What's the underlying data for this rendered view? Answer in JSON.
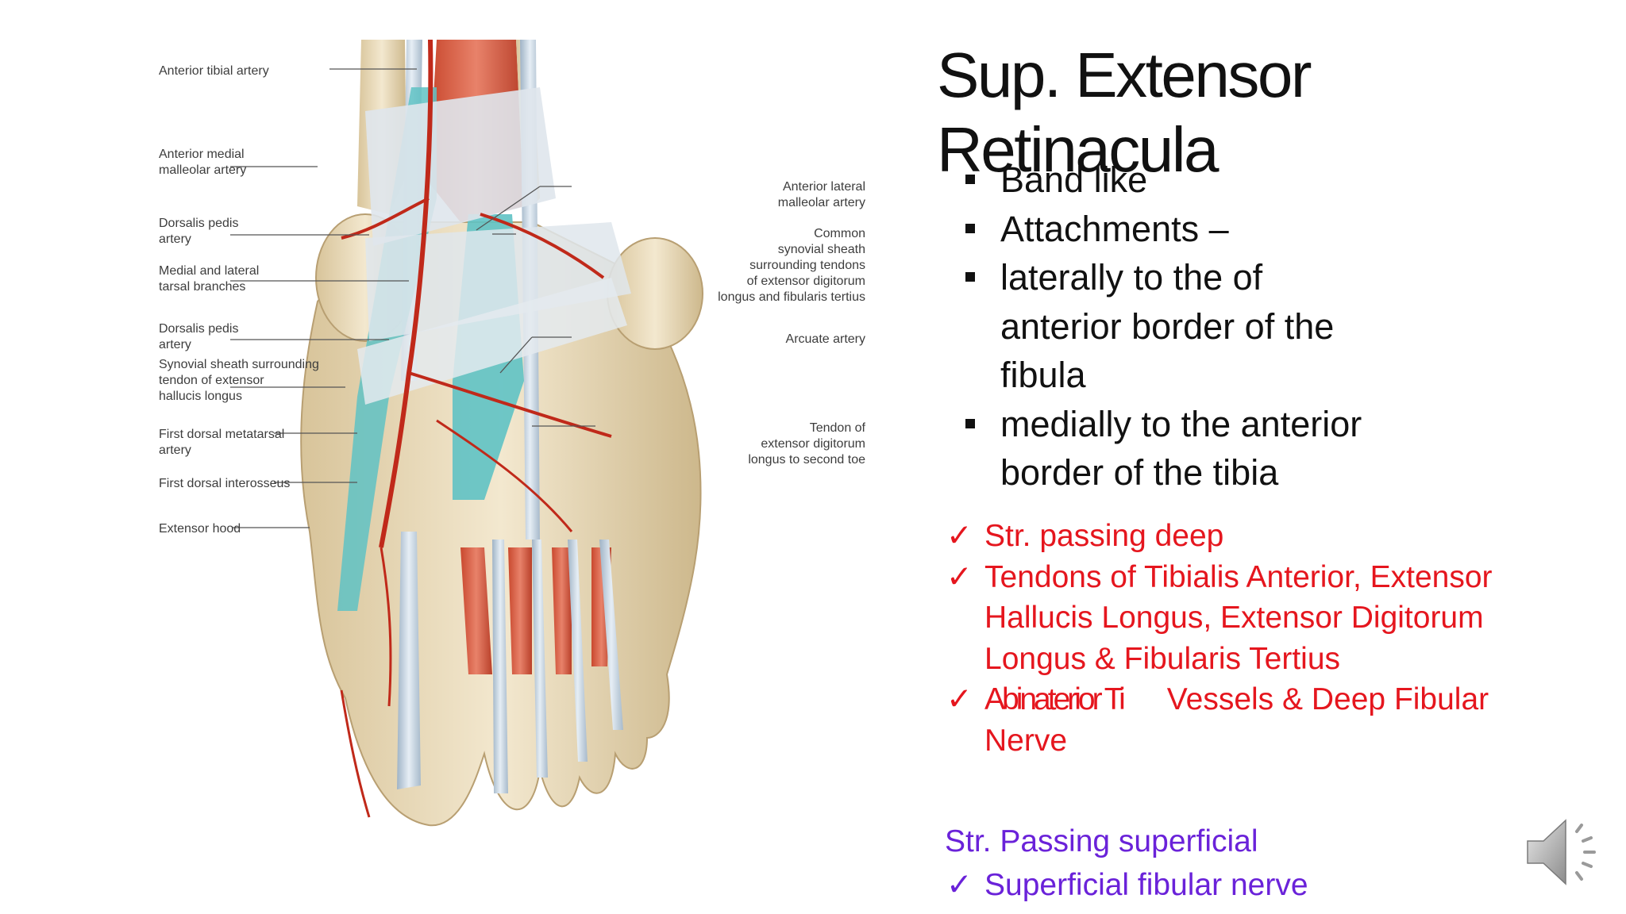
{
  "slide": {
    "title": "Sup. Extensor Retinacula",
    "bullets": [
      "Band like",
      "Attachments –",
      "laterally to the of",
      "anterior  border of the",
      "fibula",
      "medially to the anterior",
      "border  of the tibia"
    ],
    "deep_items": [
      "Str. passing deep",
      "Tendons of Tibialis Anterior, Extensor",
      "Hallucis  Longus, Extensor Digitorum",
      "Longus &  Fibularis Tertius"
    ],
    "deep_item_garbled_a": "Abinaterior Ti",
    "deep_item_garbled_b": "Vessels & Deep Fibular",
    "deep_item_garbled_c": "Nerve",
    "superficial_heading": "Str. Passing superficial",
    "superficial_items": [
      "Superficial fibular nerve"
    ],
    "check_glyph": "✓"
  },
  "figure": {
    "left_labels": [
      "Anterior tibial artery",
      "Anterior medial\nmalleolar artery",
      "Dorsalis pedis\nartery",
      "Medial and lateral\ntarsal branches",
      "Dorsalis pedis\nartery",
      "Synovial sheath surrounding\ntendon of extensor\nhallucis longus",
      "First dorsal metatarsal\nartery",
      "First dorsal interosseus",
      "Extensor hood"
    ],
    "right_labels": [
      "Anterior lateral\nmalleolar artery",
      "Common\nsynovial sheath\nsurrounding tendons\nof extensor digitorum\nlongus and fibularis tertius",
      "Arcuate artery",
      "Tendon of\nextensor digitorum\nlongus to second toe"
    ]
  },
  "icons": {
    "speaker": "speaker-icon"
  },
  "colors": {
    "deep_text": "#e5161e",
    "superficial_text": "#6a22d9",
    "sheath": "#5fc2c4",
    "artery": "#c0291a"
  }
}
